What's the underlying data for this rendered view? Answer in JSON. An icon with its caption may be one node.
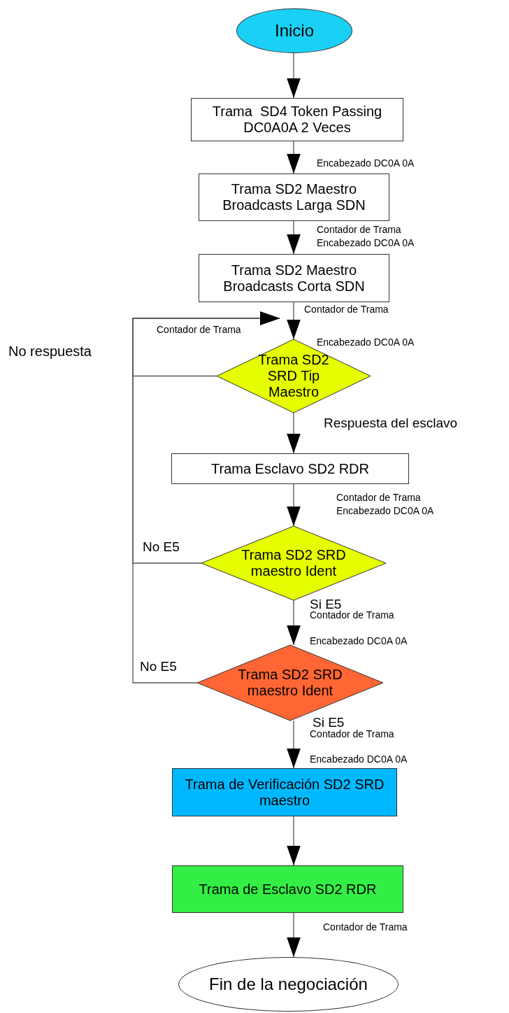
{
  "diagram": {
    "nodes": [
      {
        "text": [
          "Inicio"
        ]
      },
      {
        "text": [
          "Trama  SD4 Token Passing DC0A0A 2 Veces"
        ]
      },
      {
        "text": [
          "Trama SD2 Maestro Broadcasts Larga SDN"
        ]
      },
      {
        "text": [
          "Trama SD2 Maestro Broadcasts Corta SDN"
        ]
      },
      {
        "text": [
          "Trama SD2 SRD Tip Maestro"
        ]
      },
      {
        "text": [
          "Trama Esclavo SD2 RDR"
        ]
      },
      {
        "text": [
          "Trama SD2 SRD maestro Ident"
        ]
      },
      {
        "text": [
          "Trama SD2 SRD maestro Ident"
        ]
      },
      {
        "text": [
          "Trama de Verificación SD2 SRD maestro"
        ]
      },
      {
        "text": [
          "Trama de Esclavo SD2 RDR"
        ]
      },
      {
        "text": [
          "Fin de la negociación"
        ]
      }
    ],
    "edges": [
      {
        "from": 0,
        "to": 1,
        "arrow": "to"
      },
      {
        "from": 1,
        "to": 2,
        "arrow": "to",
        "label": "Encabezado DC0A 0A"
      },
      {
        "from": 2,
        "to": 3,
        "arrow": "to",
        "label": "Contador de Trama Encabezado DC0A 0A"
      },
      {
        "from": 3,
        "to": 4,
        "arrow": "to",
        "label": "Contador de Trama"
      },
      {
        "from": 4,
        "to": 5,
        "arrow": "to",
        "label": "Respuesta del esclavo"
      },
      {
        "from": 5,
        "to": 6,
        "arrow": "to",
        "label": "Contador de Trama Encabezado DC0A 0A"
      },
      {
        "from": 6,
        "to": 7,
        "arrow": "to",
        "label": "Si E5"
      },
      {
        "from": 7,
        "to": 8,
        "arrow": "to",
        "label": "Si E5"
      },
      {
        "from": 8,
        "to": 9,
        "arrow": "to"
      },
      {
        "from": 9,
        "to": 10,
        "arrow": "to",
        "label": "Contador de Trama"
      },
      {
        "from": 4,
        "to": 4,
        "arrow": "to",
        "label": "No respuesta"
      },
      {
        "from": 6,
        "to": 4,
        "arrow": "to",
        "label": "No E5"
      },
      {
        "from": 7,
        "to": 4,
        "arrow": "to",
        "label": "No E5"
      }
    ],
    "labels": [
      "Contador de Trama",
      "Encabezado DC0A 0A",
      "Contador de Trama",
      "Encabezado DC0A 0A",
      "Contador de Trama",
      "Encabezado DC0A 0A"
    ]
  }
}
